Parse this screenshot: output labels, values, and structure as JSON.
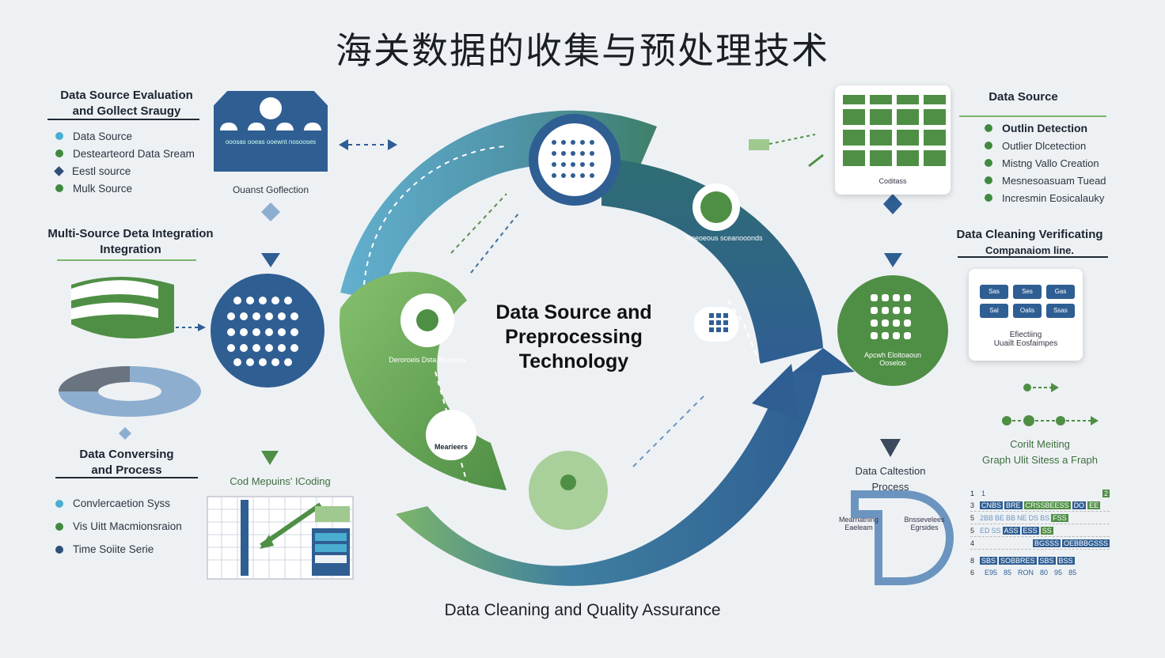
{
  "title": "海关数据的收集与预处理技术",
  "center": {
    "line1": "Data Source and",
    "line2": "Preprocessing",
    "line3": "Technology"
  },
  "bottom_caption": "Data Cleaning and Quality Assurance",
  "left": {
    "eval_heading_1": "Data Source Evaluation",
    "eval_heading_2": "and Gollect Sraugy",
    "eval_items": [
      {
        "label": "Data Source",
        "color": "#4aaed0",
        "shape": "dot"
      },
      {
        "label": "Destearteord Data Sream",
        "color": "#3f8a3f",
        "shape": "dot"
      },
      {
        "label": "Eestl source",
        "color": "#2f4f7a",
        "shape": "diamond"
      },
      {
        "label": "Mulk Source",
        "color": "#3f8a3f",
        "shape": "dot"
      }
    ],
    "collection_caption": "Ouanst Goflection",
    "card_row_text": "ooosas   ooeas   ooewnt   nosooses",
    "integration_heading_1": "Multi-Source Deta Integration",
    "integration_heading_2": "Integration",
    "conversion_heading_1": "Data Conversing",
    "conversion_heading_2": "and Process",
    "conversion_items": [
      {
        "label": "Convlercaetion Syss",
        "color": "#4aaed0"
      },
      {
        "label": "Vis Uitt Macmionsraion",
        "color": "#3f8a3f"
      },
      {
        "label": "Time Soiite Serie",
        "color": "#2f4f7a"
      }
    ],
    "coding_caption": "Cod Mepuins' ICoding"
  },
  "ring": {
    "green_label": "Deroroeis Dsta Bruicues",
    "lower_green_label": "Mearieers",
    "top_right_label": "Noeoeous sceanooonds"
  },
  "right": {
    "source_heading": "Data Source",
    "source_items": [
      {
        "label": "Outlin Detection",
        "bold": true
      },
      {
        "label": "Outlier Dlcetection",
        "bold": false
      },
      {
        "label": "Mistng Vallo Creation",
        "bold": false
      },
      {
        "label": "Mesnesoasuam Tuead",
        "bold": false
      },
      {
        "label": "Incresmin Eosicalauky",
        "bold": false
      }
    ],
    "grid_card_caption": "Coditass",
    "cleaning_heading_1": "Data Cleaning Verificating",
    "cleaning_heading_2": "Companaiom line.",
    "circle_caption_1": "Apcwh Eloitoaoun",
    "circle_caption_2": "Ooseloo",
    "small_card_keys": [
      "Sas",
      "Ses",
      "Gas",
      "Sal",
      "Oalis",
      "Ssas"
    ],
    "small_card_caption_1": "Efiectiing",
    "small_card_caption_2": "Uuailt Eosfaimpes",
    "process_heading_1": "Data Caltestion",
    "process_heading_2": "Process",
    "process_left": [
      "Mearnatning",
      "Eaeleam"
    ],
    "process_right": [
      "Bnssevelees",
      "Egrsides"
    ],
    "graph_heading_1": "Corilt Meiting",
    "graph_heading_2": "Graph Ulit Sitess a Fraph",
    "table_rows": [
      {
        "num": "1",
        "cells": [
          "1",
          "",
          "",
          "",
          "",
          "",
          "2"
        ]
      },
      {
        "num": "3",
        "cells": [
          "CNBS",
          "BRE",
          "CRSSBEESS",
          "DO",
          "EE"
        ]
      },
      {
        "num": "5",
        "cells": [
          "2BB",
          "BE",
          "BB",
          "NE",
          "DS",
          "BS",
          "FSS"
        ]
      },
      {
        "num": "5",
        "cells": [
          "ED",
          "SS",
          "ASS",
          "ESS",
          "SS"
        ]
      },
      {
        "num": "4",
        "cells": [
          "",
          "",
          "",
          "BGSSS",
          "OEBBBGSSS"
        ]
      },
      {
        "num": "8",
        "cells": [
          "SBS",
          "SOBBRES",
          "SBS",
          "BSS"
        ]
      },
      {
        "num": "6",
        "cells": [
          "E95",
          "85",
          "RON",
          "80",
          "95",
          "85"
        ]
      }
    ]
  },
  "colors": {
    "blue": "#2f5e93",
    "green": "#4f8f45",
    "light_green": "#7cb56a",
    "teal": "#6aa9c6",
    "dark": "#1b2530"
  }
}
